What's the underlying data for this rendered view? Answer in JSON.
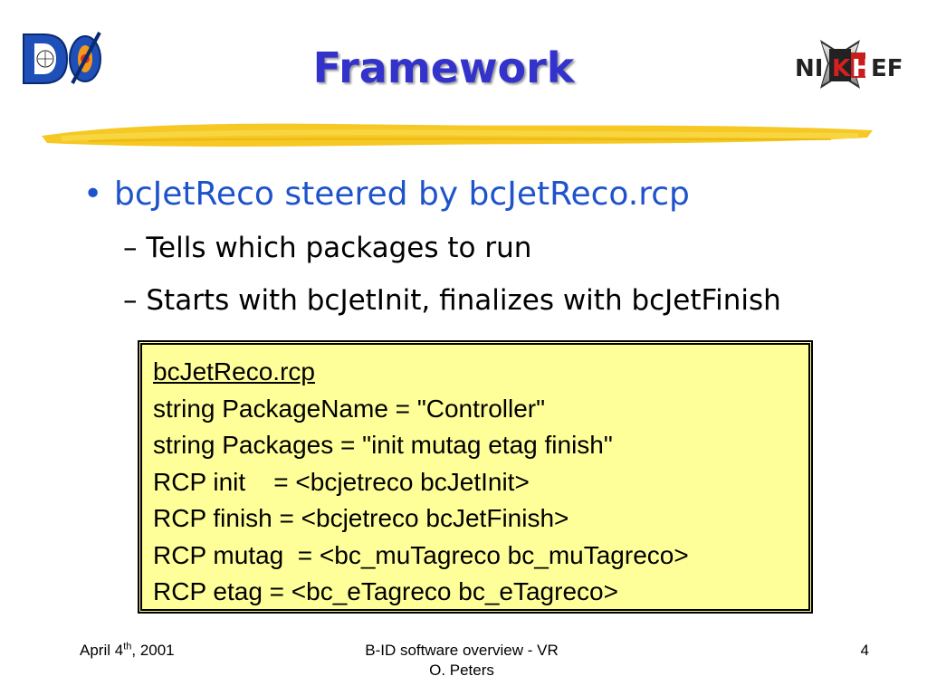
{
  "header": {
    "title": "Framework",
    "logo_left_text": "DØ",
    "logo_right_text": "NIKHEF"
  },
  "content": {
    "bullet": "bcJetReco steered by bcJetReco.rcp",
    "sub_bullets": [
      "Tells which packages to run",
      "Starts with bcJetInit, finalizes with bcJetFinish"
    ],
    "dash": "–",
    "code_box": {
      "heading": "bcJetReco.rcp",
      "lines": [
        "string PackageName = \"Controller\"",
        "string Packages = \"init mutag etag finish\"",
        "RCP init    = <bcjetreco bcJetInit>",
        "RCP finish = <bcjetreco bcJetFinish>",
        "RCP mutag  = <bc_muTagreco bc_muTagreco>",
        "RCP etag = <bc_eTagreco bc_eTagreco>"
      ]
    }
  },
  "footer": {
    "date_prefix": "April 4",
    "date_sup": "th",
    "date_suffix": ", 2001",
    "center_line1": "B-ID software overview - VR",
    "center_line2": "O. Peters",
    "page_number": "4"
  },
  "colors": {
    "title": "#3333cc",
    "bullet": "#1f53cc",
    "code_box_bg": "#ffff99",
    "stroke": "#f5c518"
  }
}
